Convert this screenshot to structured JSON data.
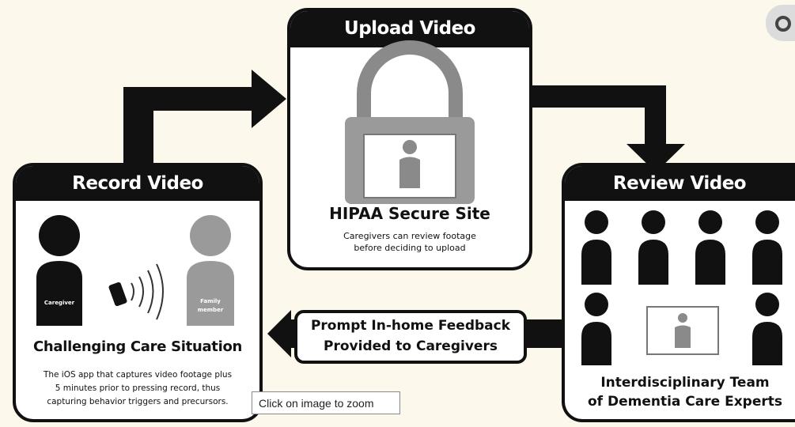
{
  "panels": {
    "upload": {
      "title": "Upload Video",
      "heading": "HIPAA Secure Site",
      "caption_line1": "Caregivers can review footage",
      "caption_line2": "before deciding to upload"
    },
    "record": {
      "title": "Record Video",
      "caregiver_label": "Caregiver",
      "family_label_line1": "Family",
      "family_label_line2": "member",
      "heading": "Challenging Care Situation",
      "caption_line1": "The iOS app that captures video footage plus",
      "caption_line2": "5 minutes prior to pressing record, thus",
      "caption_line3": "capturing behavior triggers and precursors."
    },
    "review": {
      "title": "Review Video",
      "heading_line1": "Interdisciplinary Team",
      "heading_line2": "of Dementia Care Experts"
    },
    "feedback": {
      "line1": "Prompt In-home Feedback",
      "line2": "Provided to Caregivers"
    }
  },
  "tooltip": {
    "zoom_text": "Click on image to zoom"
  }
}
